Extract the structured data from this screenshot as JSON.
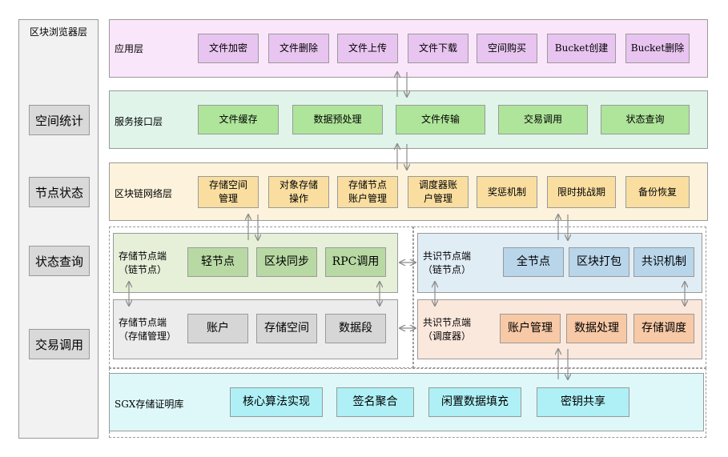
{
  "sidebar": {
    "title": "区块浏览器层",
    "items": [
      "空间统计",
      "节点状态",
      "状态查询",
      "交易调用"
    ]
  },
  "app_layer": {
    "label": "应用层",
    "items": [
      "文件加密",
      "文件删除",
      "文件上传",
      "文件下载",
      "空间购买",
      "Bucket创建",
      "Bucket删除"
    ]
  },
  "service_layer": {
    "label": "服务接口层",
    "items": [
      "文件缓存",
      "数据预处理",
      "文件传输",
      "交易调用",
      "状态查询"
    ]
  },
  "chain_layer": {
    "label": "区块链网络层",
    "items": [
      "存储空间\n管理",
      "对象存储\n操作",
      "存储节点\n账户管理",
      "调度器账\n户管理",
      "奖惩机制",
      "限时挑战期",
      "备份恢复"
    ]
  },
  "storage_chain": {
    "label": "存储节点端\n（链节点）",
    "items": [
      "轻节点",
      "区块同步",
      "RPC调用"
    ]
  },
  "storage_mgmt": {
    "label": "存储节点端\n（存储管理）",
    "items": [
      "账户",
      "存储空间",
      "数据段"
    ]
  },
  "consensus_chain": {
    "label": "共识节点端\n（链节点）",
    "items": [
      "全节点",
      "区块打包",
      "共识机制"
    ]
  },
  "consensus_sched": {
    "label": "共识节点端\n（调度器）",
    "items": [
      "账户管理",
      "数据处理",
      "存储调度"
    ]
  },
  "sgx": {
    "label": "SGX存储证明库",
    "items": [
      "核心算法实现",
      "签名聚合",
      "闲置数据填充",
      "密钥共享"
    ]
  },
  "colors": {
    "app": "#fae6fa",
    "app_box": "#e8c4f0",
    "service": "#e0f4ea",
    "service_box": "#aee59a",
    "chain": "#fdf3dc",
    "chain_box": "#f9dea0",
    "storage_chain": "#e6f0d9",
    "storage_chain_box": "#b8d9a4",
    "storage_mgmt": "#ececec",
    "storage_mgmt_box": "#d6d6d6",
    "consensus_chain": "#e1edf5",
    "consensus_chain_box": "#b8d5ea",
    "consensus_sched": "#fbe8dc",
    "consensus_sched_box": "#f7c9a6",
    "sgx": "#def8fa",
    "sgx_box": "#aef0f5"
  }
}
